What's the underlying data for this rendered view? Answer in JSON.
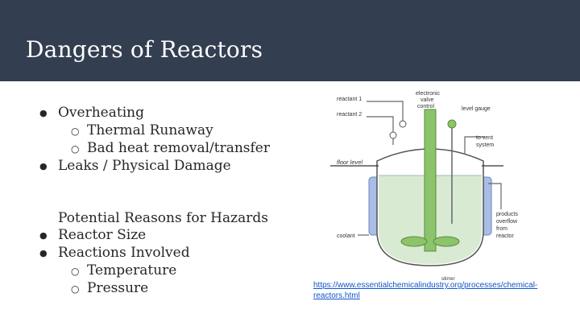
{
  "slide": {
    "title": "Dangers of Reactors",
    "link": "https://www.essentialchemicalindustry.org/processes/chemical-reactors.html"
  },
  "bullets": [
    {
      "level": 1,
      "marker": "●",
      "text": "Overheating"
    },
    {
      "level": 2,
      "marker": "○",
      "text": "Thermal Runaway"
    },
    {
      "level": 2,
      "marker": "○",
      "text": "Bad heat removal/transfer"
    },
    {
      "level": 1,
      "marker": "●",
      "text": "Leaks / Physical Damage"
    },
    {
      "level": 1,
      "marker": "",
      "text": "Potential Reasons for Hazards"
    },
    {
      "level": 1,
      "marker": "●",
      "text": "Reactor Size"
    },
    {
      "level": 1,
      "marker": "●",
      "text": "Reactions Involved"
    },
    {
      "level": 2,
      "marker": "○",
      "text": "Temperature"
    },
    {
      "level": 2,
      "marker": "○",
      "text": "Pressure"
    }
  ],
  "diagram": {
    "labels": {
      "reactant1": "reactant 1",
      "reactant2": "reactant 2",
      "valve1": "electronic",
      "valve2": "valve",
      "valve3": "control",
      "level_gauge": "level gauge",
      "vent1": "to vent",
      "vent2": "system",
      "floor": "floor level",
      "coolant": "coolant",
      "overflow1": "products",
      "overflow2": "overflow",
      "overflow3": "from",
      "overflow4": "reactor",
      "stirrer": "stirrer"
    },
    "colors": {
      "liquid": "#d9ead3",
      "jacket": "#a9bde6",
      "stirrer": "#8cc46b"
    }
  }
}
